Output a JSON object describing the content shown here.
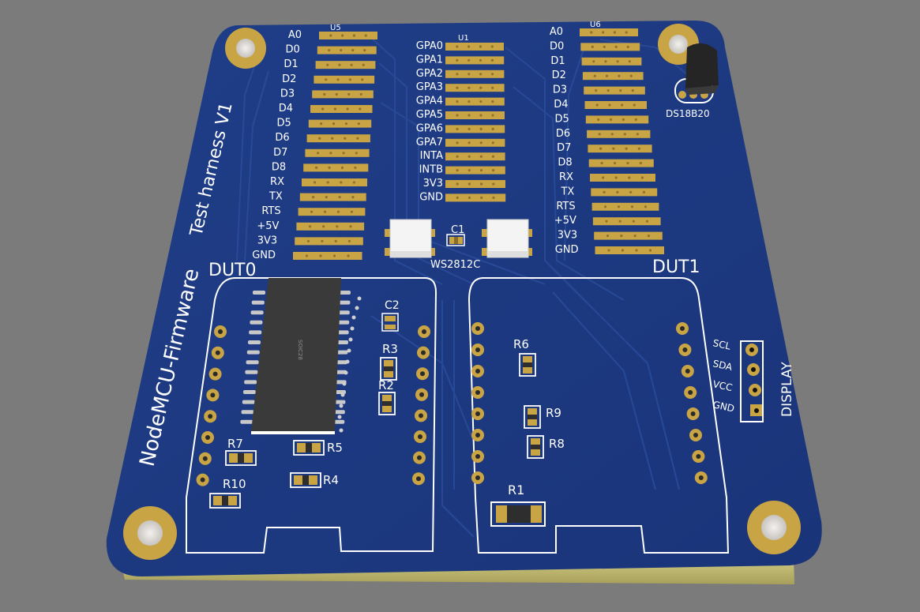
{
  "board": {
    "title": "NodeMCU-Firmware",
    "subtitle": "Test harness V1"
  },
  "headers": {
    "u5": {
      "ref": "U5",
      "pins": [
        "A0",
        "D0",
        "D1",
        "D2",
        "D3",
        "D4",
        "D5",
        "D6",
        "D7",
        "D8",
        "RX",
        "TX",
        "RTS",
        "+5V",
        "3V3",
        "GND"
      ]
    },
    "u1": {
      "ref": "U1",
      "pins": [
        "GPA0",
        "GPA1",
        "GPA2",
        "GPA3",
        "GPA4",
        "GPA5",
        "GPA6",
        "GPA7",
        "INTA",
        "INTB",
        "3V3",
        "GND"
      ]
    },
    "u6": {
      "ref": "U6",
      "pins": [
        "A0",
        "D0",
        "D1",
        "D2",
        "D3",
        "D4",
        "D5",
        "D6",
        "D7",
        "D8",
        "RX",
        "TX",
        "RTS",
        "+5V",
        "3V3",
        "GND"
      ]
    }
  },
  "components": {
    "sensor": "DS18B20",
    "led": "WS2812C",
    "c1": "C1",
    "c2": "C2",
    "ic_marking": "SOIC28",
    "r1": "R1",
    "r2": "R2",
    "r3": "R3",
    "r4": "R4",
    "r5": "R5",
    "r6": "R6",
    "r7": "R7",
    "r8": "R8",
    "r9": "R9",
    "r10": "R10"
  },
  "duts": {
    "dut0": "DUT0",
    "dut1": "DUT1"
  },
  "display": {
    "label": "DISPLAY",
    "pins": [
      "SCL",
      "SDA",
      "VCC",
      "GND"
    ]
  },
  "colors": {
    "background": "#7b7b7b",
    "board": "#1c3a82",
    "copper": "#c9a445",
    "silkscreen": "#ffffff",
    "ic_body": "#3b3b3b"
  }
}
